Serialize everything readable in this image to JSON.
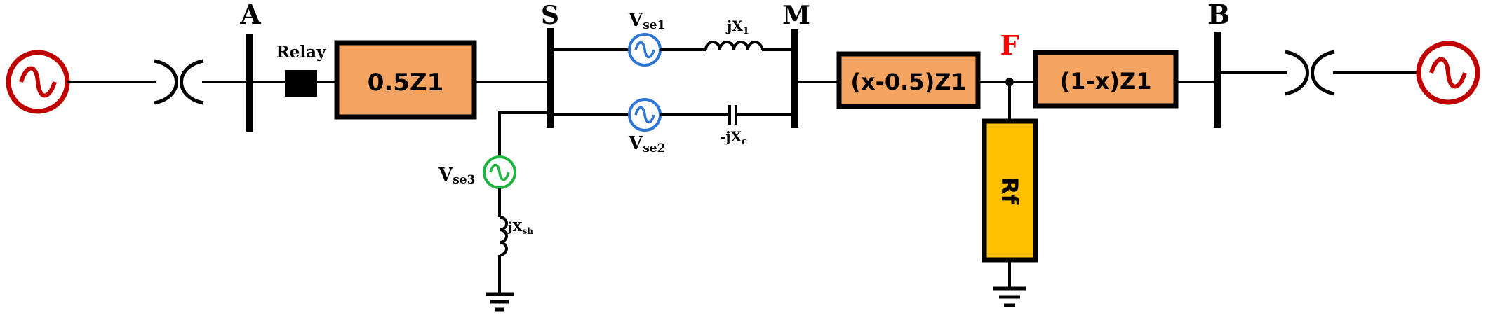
{
  "buses": {
    "a": "A",
    "s": "S",
    "m": "M",
    "b": "B"
  },
  "relay_label": "Relay",
  "impedances": {
    "z_as": "0.5Z1",
    "z_mf": "(x-0.5)Z1",
    "z_fb": "(1-x)Z1",
    "rf": "Rf"
  },
  "fault_label": "F",
  "series_elements": {
    "vse1": {
      "main": "V",
      "sub": "se1"
    },
    "vse2": {
      "main": "V",
      "sub": "se2"
    },
    "vse3": {
      "main": "V",
      "sub": "se3"
    },
    "jx1": {
      "main": "jX",
      "sub": "1"
    },
    "jxc": {
      "main": "-jX",
      "sub": "c"
    },
    "jxsh": {
      "main": "jX",
      "sub": "sh"
    }
  },
  "colors": {
    "source": "#c00000",
    "upfc_series": "#2e75d6",
    "upfc_shunt": "#1fb440",
    "impedance_fill": "#f4a460",
    "rf_fill": "#ffc000",
    "fault": "#ff0000",
    "line": "#000000"
  },
  "icons": [
    "ac-source-icon",
    "transformer-icon",
    "inductor-icon",
    "capacitor-icon",
    "ground-icon"
  ]
}
